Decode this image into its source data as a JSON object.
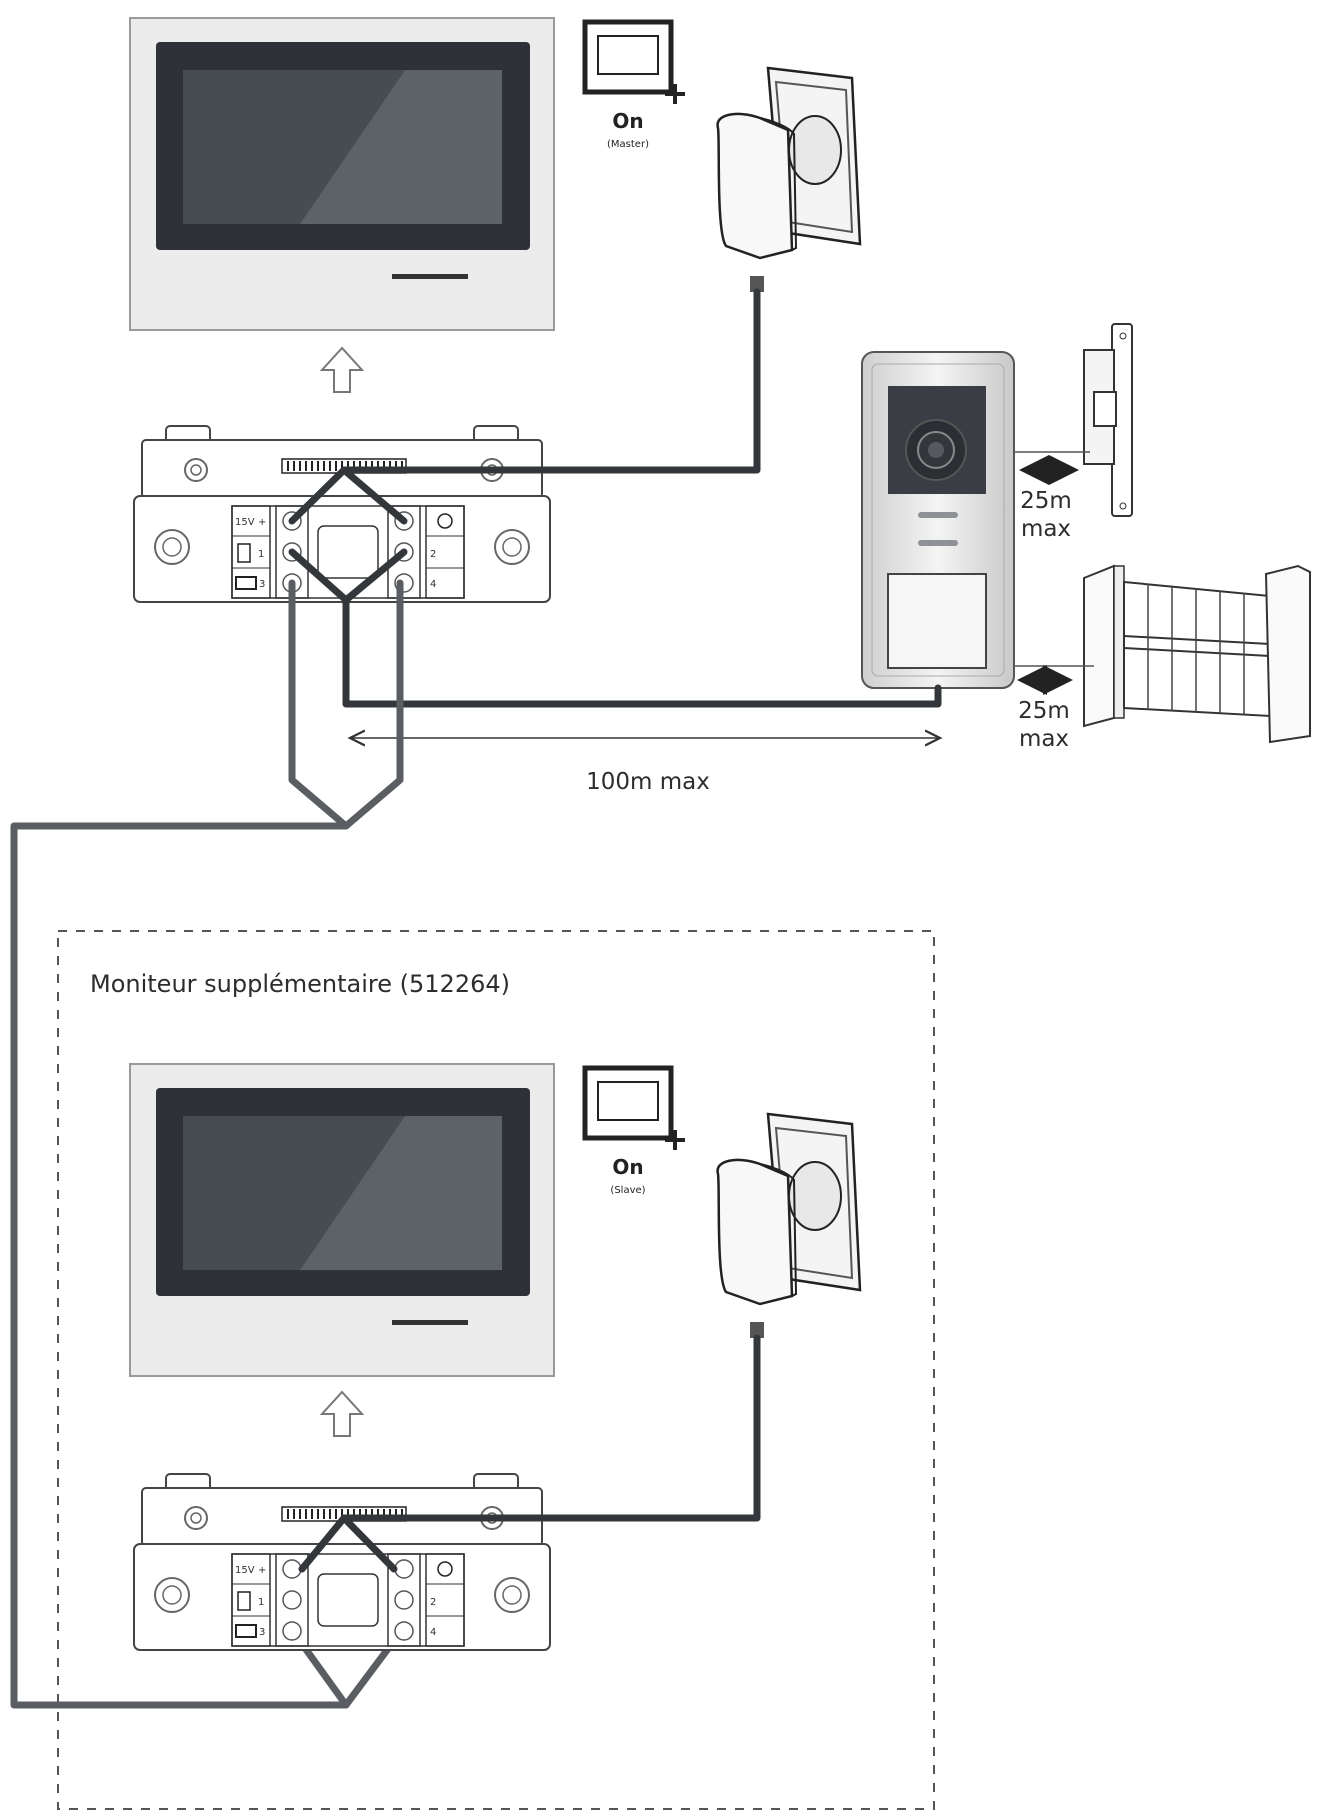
{
  "master_monitor": {
    "mode_label": "On",
    "mode_sub": "(Master)"
  },
  "slave_monitor": {
    "mode_label": "On",
    "mode_sub": "(Slave)"
  },
  "distances": {
    "lock": {
      "value": "25m",
      "unit": "max"
    },
    "gate": {
      "value": "25m",
      "unit": "max"
    },
    "cable": "100m max"
  },
  "extra_monitor_label": "Moniteur supplémentaire (512264)",
  "terminal_block": {
    "left_labels": [
      "15V",
      "+",
      "1",
      "3"
    ],
    "right_labels": [
      "2",
      "4"
    ]
  },
  "colors": {
    "wire_dark": "#33373c",
    "wire_gray": "#5a5d62",
    "screen_dark": "#2e3238",
    "screen_inner": "#4a4f56",
    "bezel": "#ededed"
  }
}
